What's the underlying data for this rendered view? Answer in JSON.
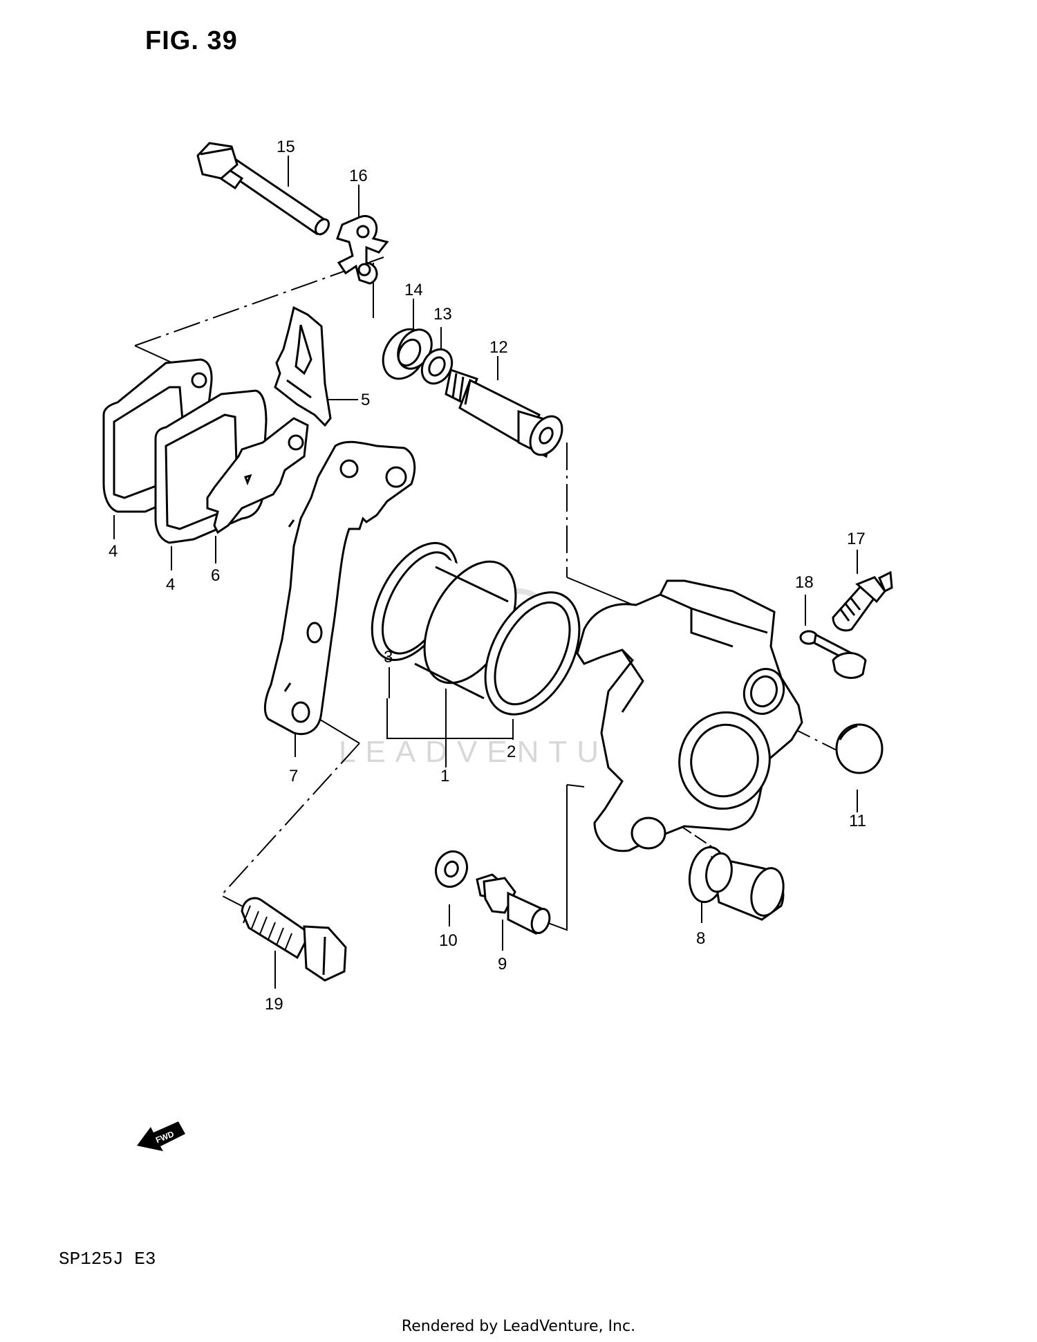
{
  "figure": {
    "title": "FIG. 39",
    "model_code": "SP125J E3",
    "footer": "Rendered by LeadVenture, Inc.",
    "watermark": "LEADVENTURE",
    "fwd_label": "FWD"
  },
  "callouts": [
    "15",
    "16",
    "14",
    "13",
    "12",
    "5",
    "4",
    "4",
    "6",
    "17",
    "18",
    "3",
    "1",
    "2",
    "7",
    "11",
    "10",
    "9",
    "8",
    "19"
  ]
}
